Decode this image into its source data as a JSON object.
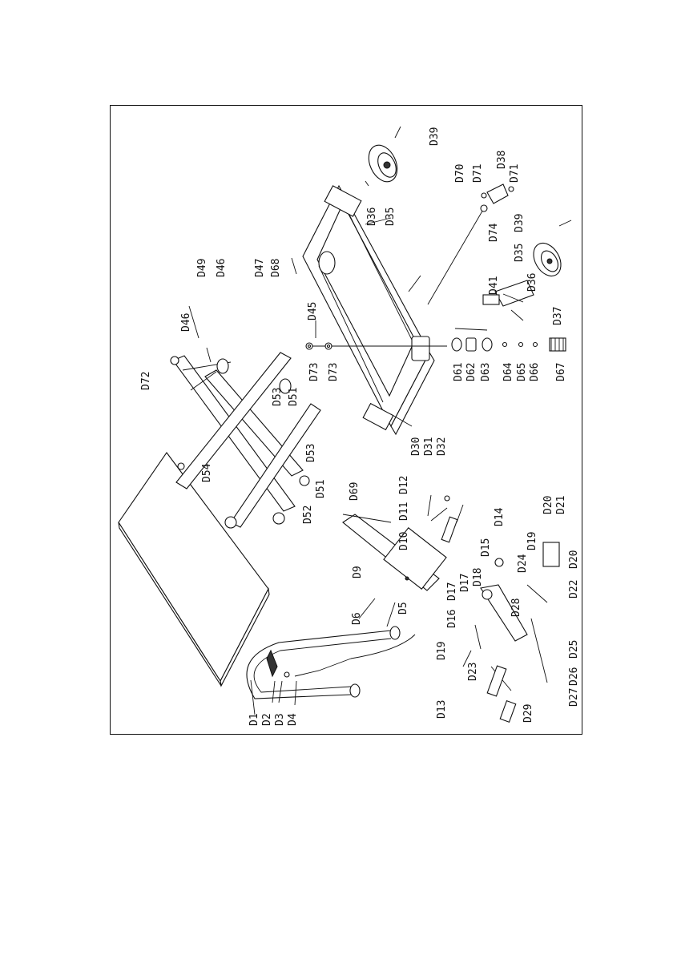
{
  "diagram": {
    "labels": [
      {
        "id": "D1",
        "text": "D1"
      },
      {
        "id": "D2",
        "text": "D2"
      },
      {
        "id": "D3",
        "text": "D3"
      },
      {
        "id": "D4",
        "text": "D4"
      },
      {
        "id": "D5",
        "text": "D5"
      },
      {
        "id": "D6",
        "text": "D6"
      },
      {
        "id": "D9",
        "text": "D9"
      },
      {
        "id": "D10",
        "text": "D10"
      },
      {
        "id": "D11",
        "text": "D11"
      },
      {
        "id": "D12",
        "text": "D12"
      },
      {
        "id": "D13",
        "text": "D13"
      },
      {
        "id": "D14",
        "text": "D14"
      },
      {
        "id": "D15",
        "text": "D15"
      },
      {
        "id": "D16",
        "text": "D16"
      },
      {
        "id": "D17a",
        "text": "D17"
      },
      {
        "id": "D17b",
        "text": "D17"
      },
      {
        "id": "D18",
        "text": "D18"
      },
      {
        "id": "D19a",
        "text": "D19"
      },
      {
        "id": "D19b",
        "text": "D19"
      },
      {
        "id": "D20a",
        "text": "D20"
      },
      {
        "id": "D20b",
        "text": "D20"
      },
      {
        "id": "D21",
        "text": "D21"
      },
      {
        "id": "D22",
        "text": "D22"
      },
      {
        "id": "D23",
        "text": "D23"
      },
      {
        "id": "D24",
        "text": "D24"
      },
      {
        "id": "D25",
        "text": "D25"
      },
      {
        "id": "D26",
        "text": "D26"
      },
      {
        "id": "D27",
        "text": "D27"
      },
      {
        "id": "D28",
        "text": "D28"
      },
      {
        "id": "D29",
        "text": "D29"
      },
      {
        "id": "D30",
        "text": "D30"
      },
      {
        "id": "D31",
        "text": "D31"
      },
      {
        "id": "D32",
        "text": "D32"
      },
      {
        "id": "D35a",
        "text": "D35"
      },
      {
        "id": "D35b",
        "text": "D35"
      },
      {
        "id": "D36a",
        "text": "D36"
      },
      {
        "id": "D36b",
        "text": "D36"
      },
      {
        "id": "D37",
        "text": "D37"
      },
      {
        "id": "D38",
        "text": "D38"
      },
      {
        "id": "D39a",
        "text": "D39"
      },
      {
        "id": "D39b",
        "text": "D39"
      },
      {
        "id": "D41",
        "text": "D41"
      },
      {
        "id": "D45",
        "text": "D45"
      },
      {
        "id": "D46a",
        "text": "D46"
      },
      {
        "id": "D46b",
        "text": "D46"
      },
      {
        "id": "D47",
        "text": "D47"
      },
      {
        "id": "D49",
        "text": "D49"
      },
      {
        "id": "D51a",
        "text": "D51"
      },
      {
        "id": "D51b",
        "text": "D51"
      },
      {
        "id": "D52",
        "text": "D52"
      },
      {
        "id": "D53a",
        "text": "D53"
      },
      {
        "id": "D53b",
        "text": "D53"
      },
      {
        "id": "D54",
        "text": "D54"
      },
      {
        "id": "D61",
        "text": "D61"
      },
      {
        "id": "D62",
        "text": "D62"
      },
      {
        "id": "D63",
        "text": "D63"
      },
      {
        "id": "D64",
        "text": "D64"
      },
      {
        "id": "D65",
        "text": "D65"
      },
      {
        "id": "D66",
        "text": "D66"
      },
      {
        "id": "D67",
        "text": "D67"
      },
      {
        "id": "D68",
        "text": "D68"
      },
      {
        "id": "D69",
        "text": "D69"
      },
      {
        "id": "D70",
        "text": "D70"
      },
      {
        "id": "D71a",
        "text": "D71"
      },
      {
        "id": "D71b",
        "text": "D71"
      },
      {
        "id": "D72",
        "text": "D72"
      },
      {
        "id": "D73a",
        "text": "D73"
      },
      {
        "id": "D73b",
        "text": "D73"
      },
      {
        "id": "D74",
        "text": "D74"
      }
    ]
  }
}
